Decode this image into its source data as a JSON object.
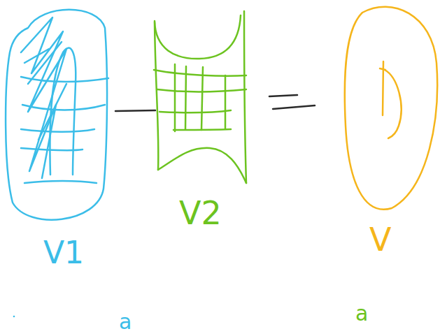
{
  "diagram": {
    "labels": [
      "V1",
      "V2",
      "V",
      "a",
      "a"
    ]
  }
}
